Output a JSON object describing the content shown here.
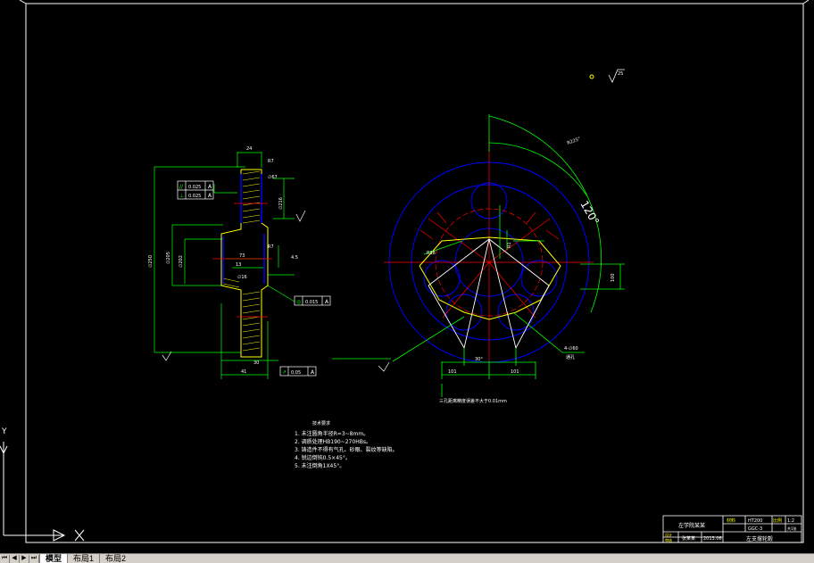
{
  "drawing": {
    "roughness_symbol": "Ra",
    "roughness_value": "25",
    "angle_label": "120°",
    "arc_dim_label": "R225°",
    "note_hole": "三孔距离精度误差不大于0.01mm",
    "dims": {
      "d_width_top": "24",
      "d_r7": "R7",
      "d_phi67": "∅67",
      "d_phi205": "∅205",
      "d_phi202": "∅202",
      "d_73": "73",
      "d_r7b": "R7",
      "d_13": "13",
      "d_45": "4.5",
      "d_phi250": "∅250",
      "d_phi_left": "∅216",
      "d_30": "30",
      "d_41": "41",
      "d_phi16": "∅16",
      "d_101a": "101",
      "d_101b": "101",
      "d_100": "100",
      "d_r38": "R38",
      "d_4phi60": "4-∅60",
      "d_hole_note": "通孔",
      "d_30deg": "30°",
      "d_r1": "R1"
    },
    "fcf": {
      "parallel": "0.025",
      "perp": "0.025",
      "datum": "A",
      "concentric": "0.015",
      "runout": "0.05"
    },
    "tech_req_title": "技术要求",
    "tech_req": [
      "1.  未注圆角半径R=3~8mm。",
      "2.  调质处理HB190~270HBs。",
      "3.  铸造件不得有气孔、砂眼、裂纹等缺陷。",
      "4.  锐边倒钝0.5×45°。",
      "5.  未注倒角1X45°。"
    ],
    "title_block": {
      "school": "左学院某某",
      "material_label": "材料",
      "material": "HT200",
      "drawing_no": "GGC-3",
      "scale_label": "比例",
      "scale": "1:2",
      "designer_label": "设计",
      "designer": "张某某",
      "date": "2013.06",
      "checker_label": "审核",
      "part_name": "左支撑轮毂",
      "sheet": "共1张"
    }
  },
  "ucs": {
    "x_label": "X",
    "y_label": "Y"
  },
  "tabs": {
    "nav": [
      "⏮",
      "◀",
      "▶",
      "⏭"
    ],
    "items": [
      {
        "label": "模型",
        "active": true
      },
      {
        "label": "布局1",
        "active": false
      },
      {
        "label": "布局2",
        "active": false
      }
    ]
  },
  "colors": {
    "bg": "#000000",
    "white": "#ffffff",
    "green": "#00ff00",
    "yellow": "#ffff00",
    "blue": "#0000ff",
    "red": "#ff0000",
    "cyan": "#00ffff"
  }
}
